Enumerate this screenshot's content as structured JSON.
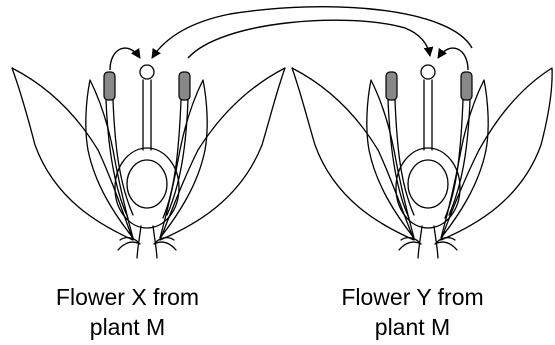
{
  "flowers": [
    {
      "id": "X",
      "caption_line1": "Flower X from",
      "caption_line2": "plant M"
    },
    {
      "id": "Y",
      "caption_line1": "Flower Y from",
      "caption_line2": "plant M"
    }
  ],
  "colors": {
    "ink": "#000000",
    "background": "#ffffff",
    "anther": "#888888"
  }
}
